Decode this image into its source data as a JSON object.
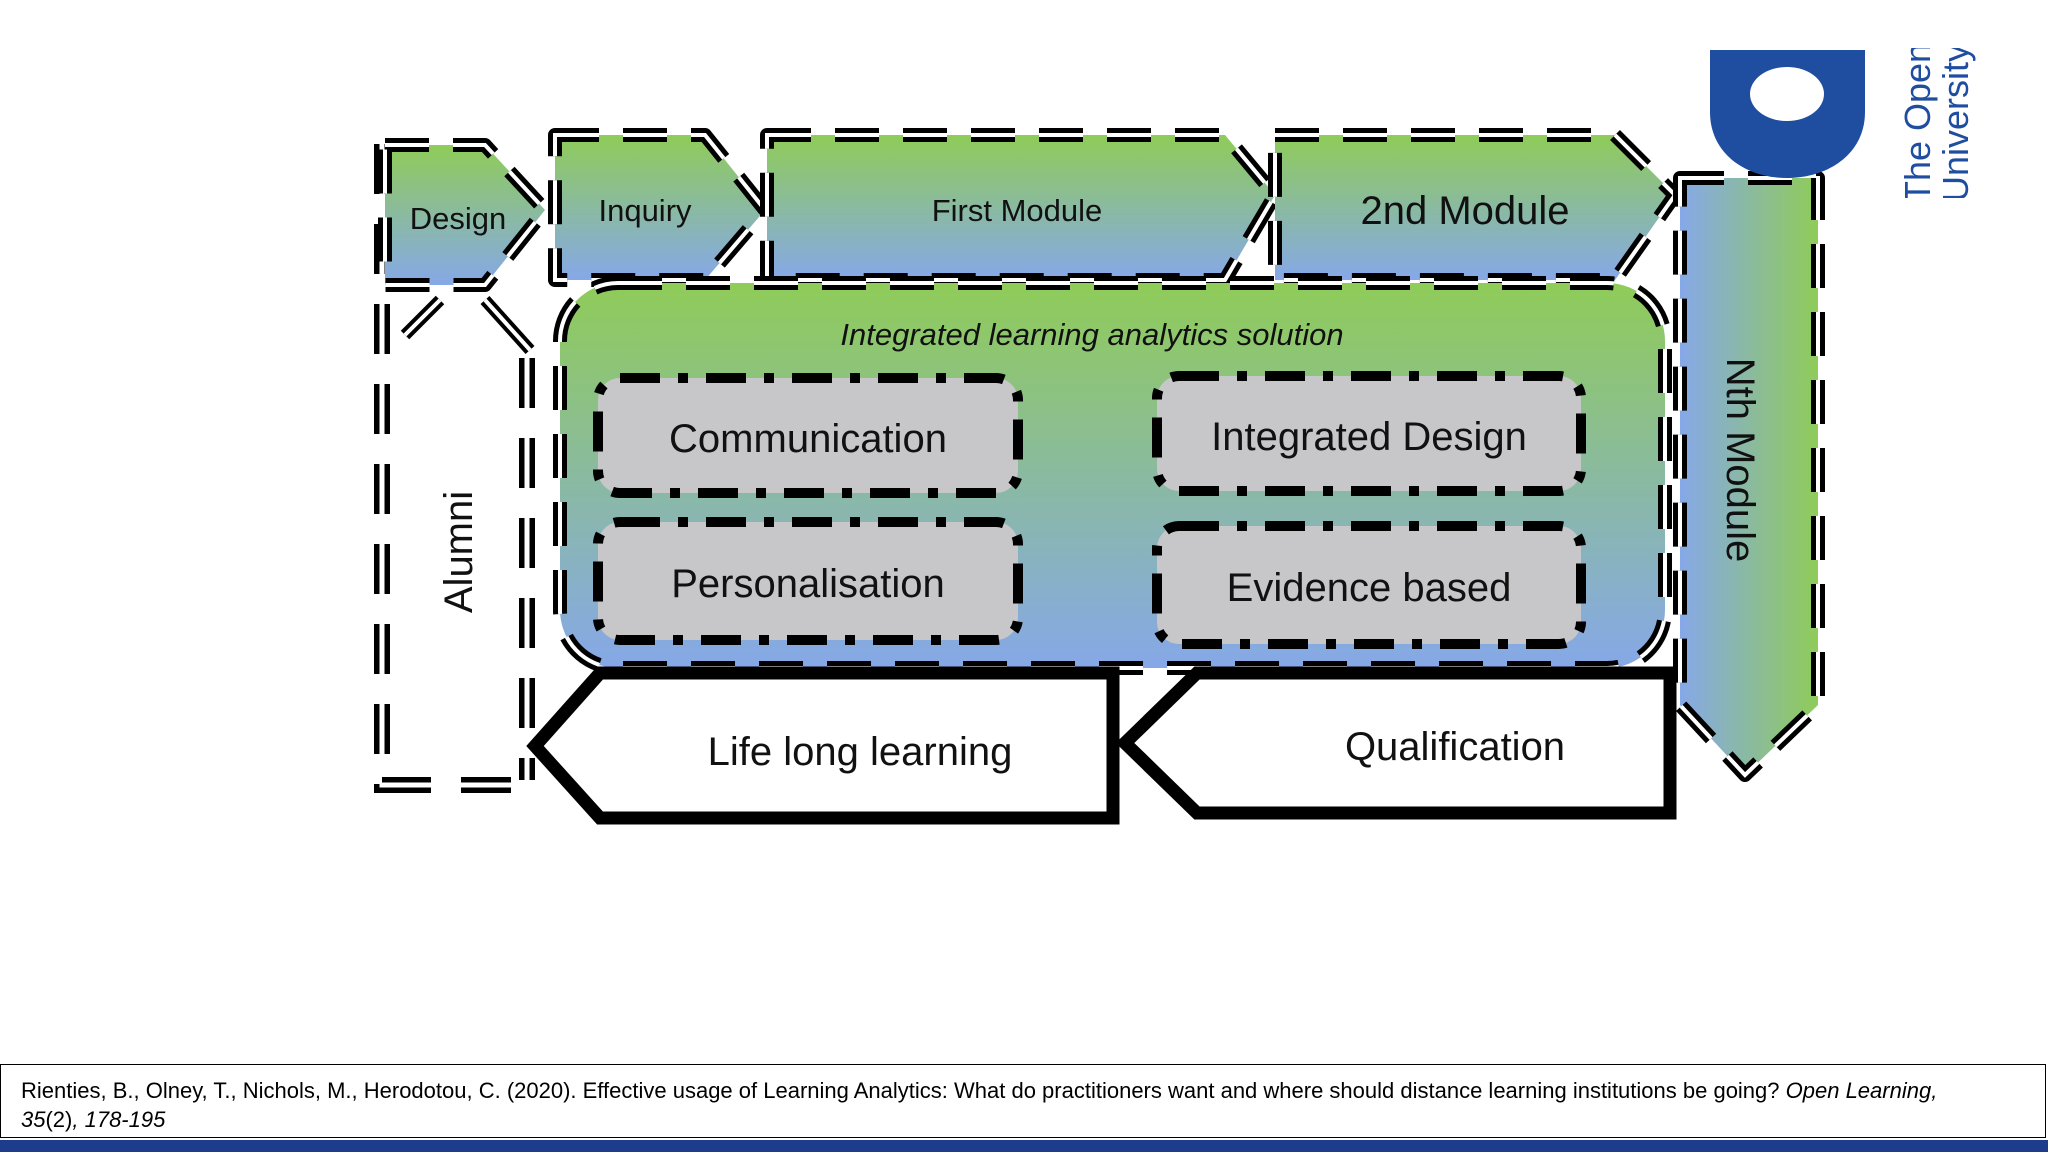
{
  "diagram": {
    "stages": {
      "design": "Design",
      "inquiry": "Inquiry",
      "first_module": "First Module",
      "second_module": "2nd Module",
      "nth_module": "Nth Module",
      "alumni": "Alumni",
      "life_long_learning": "Life long learning",
      "qualification": "Qualification"
    },
    "solution": {
      "title": "Integrated learning analytics solution",
      "items": [
        "Communication",
        "Integrated Design",
        "Personalisation",
        "Evidence based"
      ]
    }
  },
  "logo": {
    "line1": "The Open",
    "line2": "University",
    "color": "#1f4ea1"
  },
  "citation": {
    "main": "Rienties, B., Olney, T., Nichols, M., Herodotou, C. (2020). Effective usage of Learning Analytics: What do practitioners want and where should distance learning institutions be going? ",
    "journal": "Open Learning,",
    "volume": "35",
    "issue": "(2)",
    "pages": ", 178-195"
  },
  "colors": {
    "green": "#8fcc58",
    "blue": "#86a8e8",
    "box_grey": "#c7c6c8",
    "footer_bar": "#1d3d8c"
  }
}
